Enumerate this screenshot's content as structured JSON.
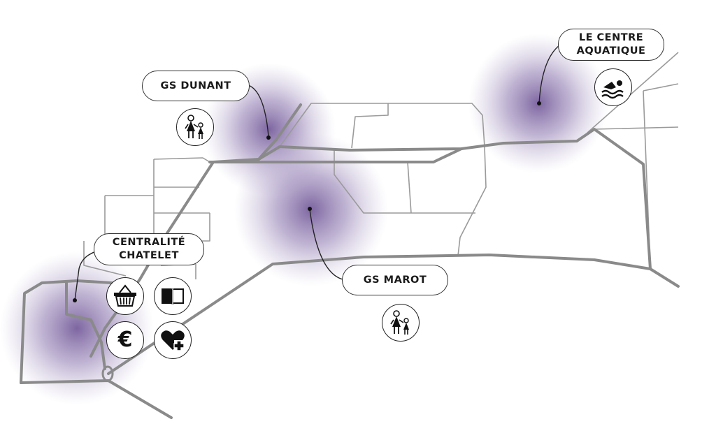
{
  "colors": {
    "hotspot": "#6f5596",
    "main_road": "#8a8a8a",
    "minor_road": "#9a9a9a",
    "label_border": "#333333"
  },
  "places": [
    {
      "id": "gs-dunant",
      "lines": [
        "GS DUNANT"
      ],
      "icons": [
        "children-icon"
      ]
    },
    {
      "id": "le-centre-aquatique",
      "lines": [
        "LE CENTRE",
        "AQUATIQUE"
      ],
      "icons": [
        "swimmer-icon"
      ]
    },
    {
      "id": "centralite-chatelet",
      "lines": [
        "CENTRALITÉ",
        "CHATELET"
      ],
      "icons": [
        "shopping-basket-icon",
        "book-icon",
        "euro-icon",
        "health-heart-icon"
      ]
    },
    {
      "id": "gs-marot",
      "lines": [
        "GS MAROT"
      ],
      "icons": [
        "children-icon"
      ]
    }
  ],
  "icon_glyphs": {
    "euro": "€"
  }
}
